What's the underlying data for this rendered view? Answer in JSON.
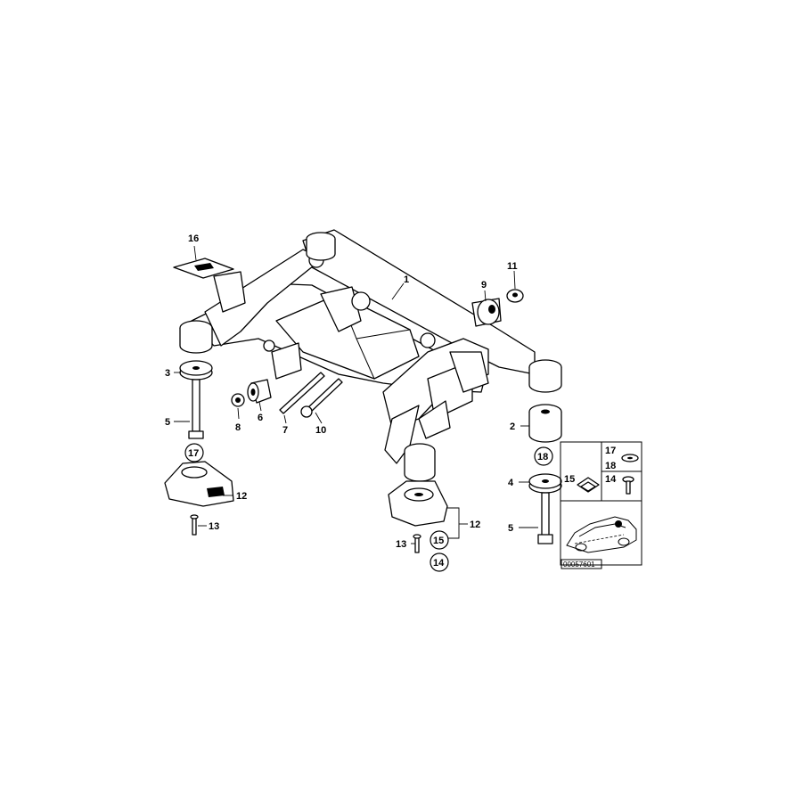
{
  "labels": {
    "l1": "1",
    "l2": "2",
    "l3": "3",
    "l4": "4",
    "l5a": "5",
    "l5b": "5",
    "l6": "6",
    "l7": "7",
    "l8": "8",
    "l9": "9",
    "l10": "10",
    "l11": "11",
    "l12a": "12",
    "l12b": "12",
    "l13a": "13",
    "l13b": "13",
    "l16": "16",
    "c17": "17",
    "c18": "18",
    "c15": "15",
    "c14": "14"
  },
  "inset": {
    "l17": "17",
    "l18": "18",
    "l15": "15",
    "l14": "14"
  },
  "reference_code": "00057601"
}
